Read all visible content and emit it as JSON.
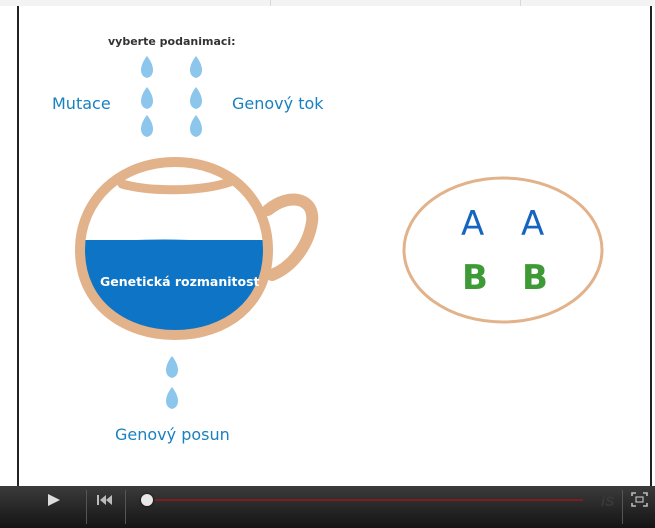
{
  "window": {
    "instruction": "vyberte podanimaci:"
  },
  "labels": {
    "mutation": "Mutace",
    "gene_flow": "Genový tok",
    "genetic_diversity": "Genetická rozmanitost",
    "genetic_drift": "Genový posun"
  },
  "alleles": {
    "row1": [
      "A",
      "A"
    ],
    "row2": [
      "B",
      "B"
    ]
  },
  "colors": {
    "blue_text": "#1a80c0",
    "drop": "#8cc6ec",
    "pot_outline": "#e2b28a",
    "water": "#0e74c6",
    "allele_A": "#1565c0",
    "allele_B": "#3e9a36"
  },
  "controls": {
    "play_icon": "play-icon",
    "rewind_icon": "skip-back-icon",
    "fullscreen_icon": "fullscreen-icon",
    "progress": 0.0
  }
}
